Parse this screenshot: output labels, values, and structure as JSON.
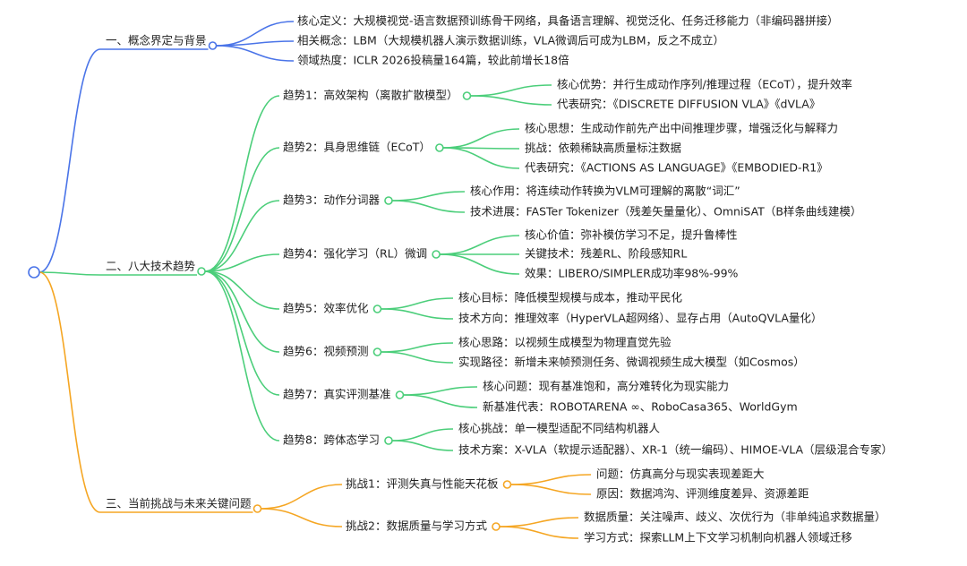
{
  "colors": {
    "blue": "#4a74e8",
    "green": "#4bce7a",
    "orange": "#f5a623",
    "text": "#1f1f1f"
  },
  "mindmap": {
    "branches": [
      {
        "id": "background",
        "color": "blue",
        "label": "一、概念界定与背景",
        "children": [
          {
            "label": "核心定义：大规模视觉-语言数据预训练骨干网络，具备语言理解、视觉泛化、任务迁移能力（非编码器拼接）"
          },
          {
            "label": "相关概念：LBM（大规模机器人演示数据训练，VLA微调后可成为LBM，反之不成立）"
          },
          {
            "label": "领域热度：ICLR 2026投稿量164篇，较此前增长18倍"
          }
        ]
      },
      {
        "id": "trends",
        "color": "green",
        "label": "二、八大技术趋势",
        "children": [
          {
            "label": "趋势1：高效架构（离散扩散模型）",
            "children": [
              {
                "label": "核心优势：并行生成动作序列/推理过程（ECoT），提升效率"
              },
              {
                "label": "代表研究：《DISCRETE DIFFUSION VLA》《dVLA》"
              }
            ]
          },
          {
            "label": "趋势2：具身思维链（ECoT）",
            "children": [
              {
                "label": "核心思想：生成动作前先产出中间推理步骤，增强泛化与解释力"
              },
              {
                "label": "挑战：依赖稀缺高质量标注数据"
              },
              {
                "label": "代表研究：《ACTIONS AS LANGUAGE》《EMBODIED-R1》"
              }
            ]
          },
          {
            "label": "趋势3：动作分词器",
            "children": [
              {
                "label": "核心作用：将连续动作转换为VLM可理解的离散“词汇”"
              },
              {
                "label": "技术进展：FASTer Tokenizer（残差矢量量化）、OmniSAT（B样条曲线建模）"
              }
            ]
          },
          {
            "label": "趋势4：强化学习（RL）微调",
            "children": [
              {
                "label": "核心价值：弥补模仿学习不足，提升鲁棒性"
              },
              {
                "label": "关键技术：残差RL、阶段感知RL"
              },
              {
                "label": "效果：LIBERO/SIMPLER成功率98%-99%"
              }
            ]
          },
          {
            "label": "趋势5：效率优化",
            "children": [
              {
                "label": "核心目标：降低模型规模与成本，推动平民化"
              },
              {
                "label": "技术方向：推理效率（HyperVLA超网络）、显存占用（AutoQVLA量化）"
              }
            ]
          },
          {
            "label": "趋势6：视频预测",
            "children": [
              {
                "label": "核心思路：以视频生成模型为物理直觉先验"
              },
              {
                "label": "实现路径：新增未来帧预测任务、微调视频生成大模型（如Cosmos）"
              }
            ]
          },
          {
            "label": "趋势7：真实评测基准",
            "children": [
              {
                "label": "核心问题：现有基准饱和，高分难转化为现实能力"
              },
              {
                "label": "新基准代表：ROBOTARENA ∞、RoboCasa365、WorldGym"
              }
            ]
          },
          {
            "label": "趋势8：跨体态学习",
            "children": [
              {
                "label": "核心挑战：单一模型适配不同结构机器人"
              },
              {
                "label": "技术方案：X-VLA（软提示适配器）、XR-1（统一编码）、HIMOE-VLA（层级混合专家）"
              }
            ]
          }
        ]
      },
      {
        "id": "challenges",
        "color": "orange",
        "label": "三、当前挑战与未来关键问题",
        "children": [
          {
            "label": "挑战1：评测失真与性能天花板",
            "children": [
              {
                "label": "问题：仿真高分与现实表现差距大"
              },
              {
                "label": "原因：数据鸿沟、评测维度差异、资源差距"
              }
            ]
          },
          {
            "label": "挑战2：数据质量与学习方式",
            "children": [
              {
                "label": "数据质量：关注噪声、歧义、次优行为（非单纯追求数据量）"
              },
              {
                "label": "学习方式：探索LLM上下文学习机制向机器人领域迁移"
              }
            ]
          }
        ]
      }
    ]
  }
}
